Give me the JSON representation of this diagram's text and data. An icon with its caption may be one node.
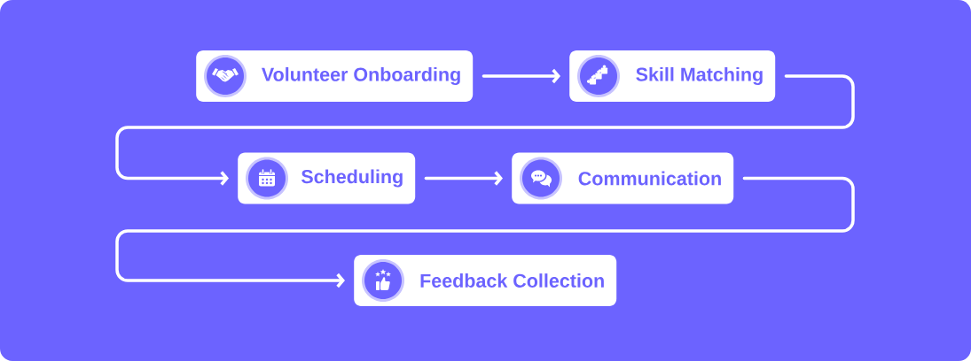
{
  "diagram": {
    "nodes": [
      {
        "text": [
          "Volunteer Onboarding"
        ]
      },
      {
        "text": [
          "Skill Matching"
        ]
      },
      {
        "text": [
          "Scheduling"
        ]
      },
      {
        "text": [
          "Communication"
        ]
      },
      {
        "text": [
          "Feedback Collection"
        ]
      }
    ],
    "edges": [
      {
        "from": 0,
        "to": 1,
        "arrow": "to"
      },
      {
        "from": 1,
        "to": 2,
        "arrow": "to"
      },
      {
        "from": 2,
        "to": 3,
        "arrow": "to"
      },
      {
        "from": 3,
        "to": 4,
        "arrow": "to"
      }
    ]
  }
}
